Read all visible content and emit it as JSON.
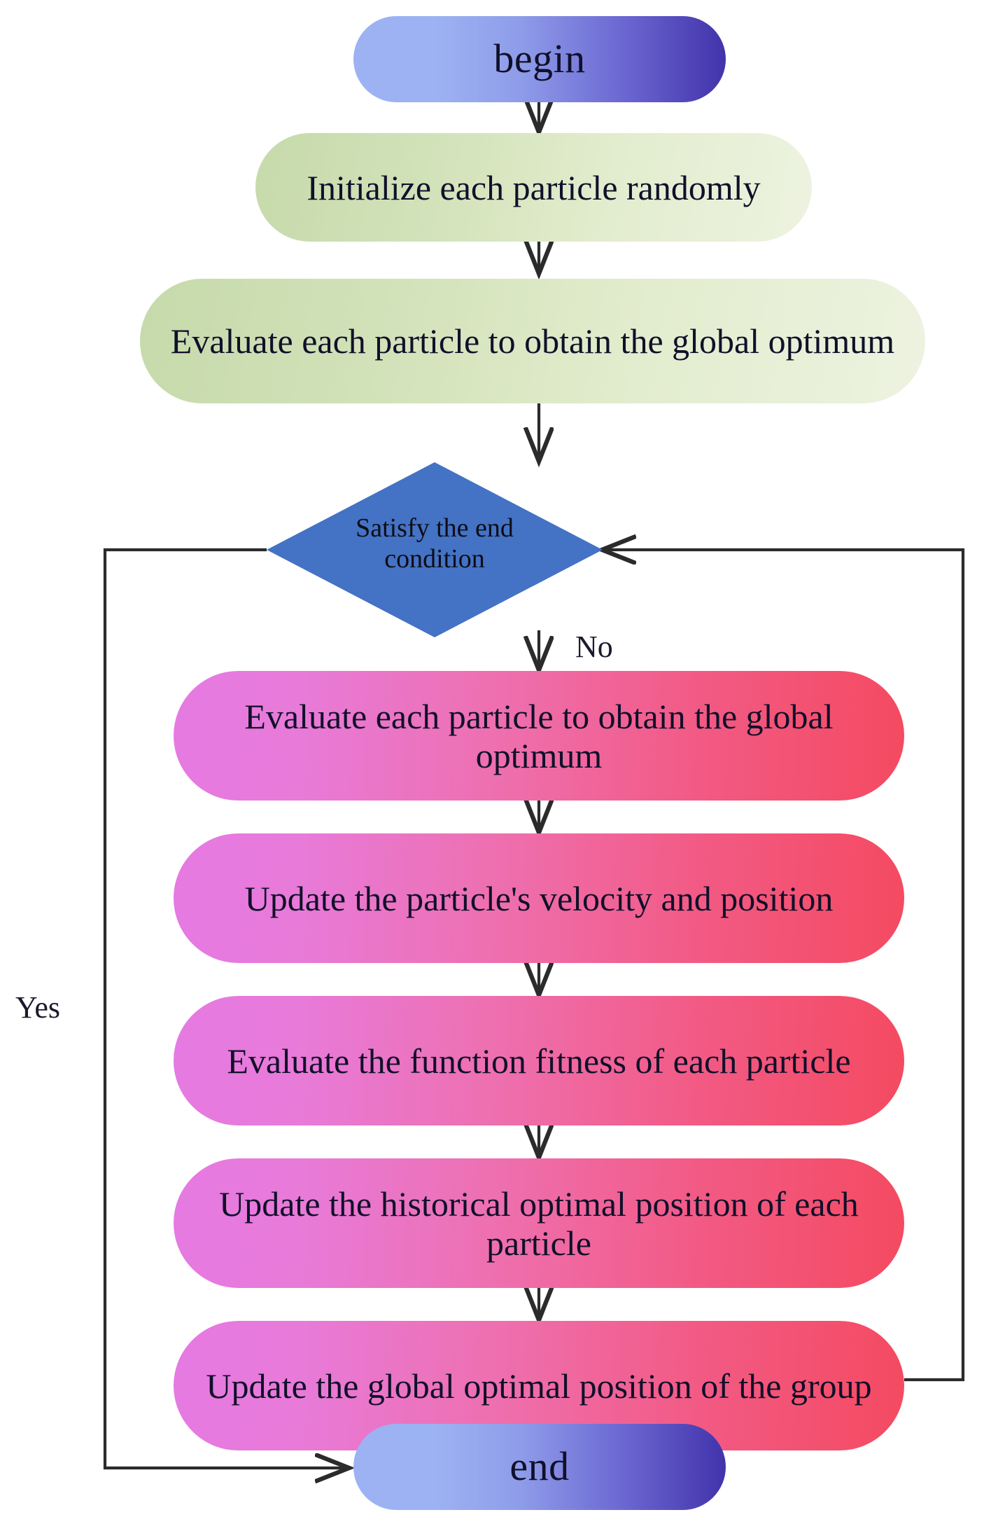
{
  "diagram": {
    "title": "Particle Swarm Optimization flowchart",
    "type": "flowchart",
    "colors": {
      "terminal_start": "#9db2f2",
      "terminal_end": "#4233ab",
      "process_green_start": "#c6daab",
      "process_green_end": "#edf3e0",
      "decision_fill": "#4472c4",
      "loop_pink_start": "#e57ae2",
      "loop_pink_end": "#f44a61",
      "connector": "#2b2b2b",
      "text": "#11102a",
      "background": "#ffffff"
    }
  },
  "nodes": {
    "begin": {
      "label": "begin",
      "shape": "terminator"
    },
    "initialize": {
      "label": "Initialize each particle randomly",
      "shape": "process"
    },
    "evaluate_global": {
      "label": "Evaluate each particle to obtain the global optimum",
      "shape": "process"
    },
    "decision": {
      "label": "Satisfy the end condition",
      "shape": "decision"
    },
    "loop_1": {
      "label": "Evaluate each particle to obtain the global optimum",
      "shape": "process"
    },
    "loop_2": {
      "label": "Update the particle's velocity and position",
      "shape": "process"
    },
    "loop_3": {
      "label": "Evaluate the function fitness of each particle",
      "shape": "process"
    },
    "loop_4": {
      "label": "Update the historical optimal position of each particle",
      "shape": "process"
    },
    "loop_5": {
      "label": "Update the global optimal position of the group",
      "shape": "process"
    },
    "end": {
      "label": "end",
      "shape": "terminator"
    }
  },
  "edge_labels": {
    "no": "No",
    "yes": "Yes"
  }
}
